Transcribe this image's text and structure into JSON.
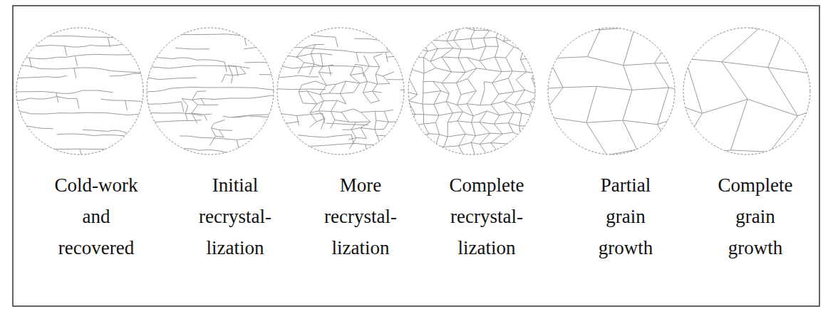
{
  "diagram": {
    "labels": [
      "Cold-work and recovered",
      "Initial recrystal- lization",
      "More recrystal- lization",
      "Complete recrystal- lization",
      "Partial grain growth",
      "Complete grain growth"
    ]
  }
}
